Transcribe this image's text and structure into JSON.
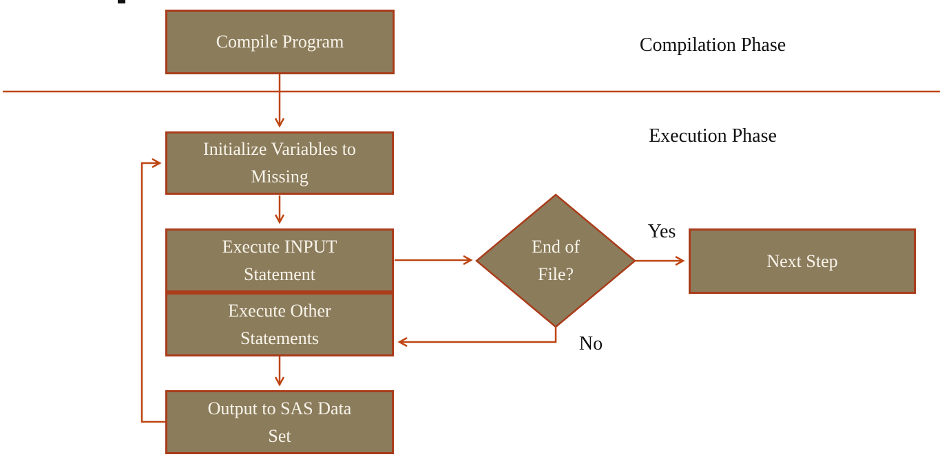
{
  "colors": {
    "background": "#FFFFFF",
    "node_fill": "#8B7C5C",
    "node_border": "#A93C1A",
    "connector": "#BE4512",
    "node_text": "#F8F4EA",
    "label_text": "#111111"
  },
  "phase_labels": {
    "compilation": "Compilation Phase",
    "execution": "Execution Phase"
  },
  "nodes": {
    "compile": {
      "lines": [
        "Compile Program"
      ]
    },
    "initialize": {
      "lines": [
        "Initialize Variables to",
        "Missing"
      ]
    },
    "execute_input": {
      "lines": [
        "Execute INPUT",
        "Statement"
      ]
    },
    "execute_other": {
      "lines": [
        "Execute Other",
        "Statements"
      ]
    },
    "output": {
      "lines": [
        "Output to SAS Data",
        "Set"
      ]
    },
    "decision": {
      "lines": [
        "End of",
        "File?"
      ]
    },
    "next_step": {
      "lines": [
        "Next Step"
      ]
    }
  },
  "branch_labels": {
    "yes": "Yes",
    "no": "No"
  },
  "edges": [
    {
      "from": "compile",
      "to": "initialize",
      "label": ""
    },
    {
      "from": "initialize",
      "to": "execute_input",
      "label": ""
    },
    {
      "from": "execute_input",
      "to": "decision",
      "label": ""
    },
    {
      "from": "decision",
      "to": "next_step",
      "label": "Yes"
    },
    {
      "from": "decision",
      "to": "execute_other",
      "label": "No"
    },
    {
      "from": "execute_other",
      "to": "output",
      "label": ""
    },
    {
      "from": "output",
      "to": "initialize",
      "label": ""
    }
  ]
}
